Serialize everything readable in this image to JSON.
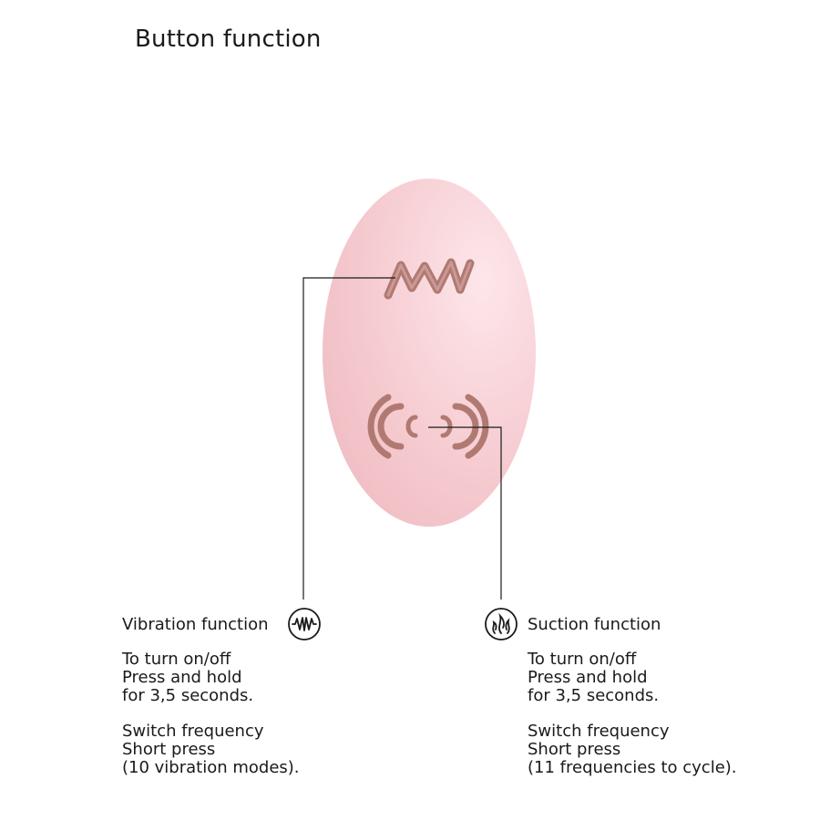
{
  "title": "Button function",
  "vibration": {
    "heading": "Vibration function",
    "icon": "vibration-wave-icon",
    "lines": [
      "To turn on/off",
      "Press and hold",
      "for 3,5 seconds.",
      "Switch frequency",
      "Short press",
      "(10 vibration modes)."
    ]
  },
  "suction": {
    "heading": "Suction function",
    "icon": "suction-flame-icon",
    "lines": [
      "To turn on/off",
      "Press and hold",
      "for 3,5 seconds.",
      "Switch frequency",
      "Short press",
      "(11 frequencies to cycle)."
    ]
  },
  "colors": {
    "device_pink": "#f5c4ca",
    "device_highlight": "#fbe0e4",
    "embossed": "#a97068",
    "line": "#1a1a1a"
  }
}
